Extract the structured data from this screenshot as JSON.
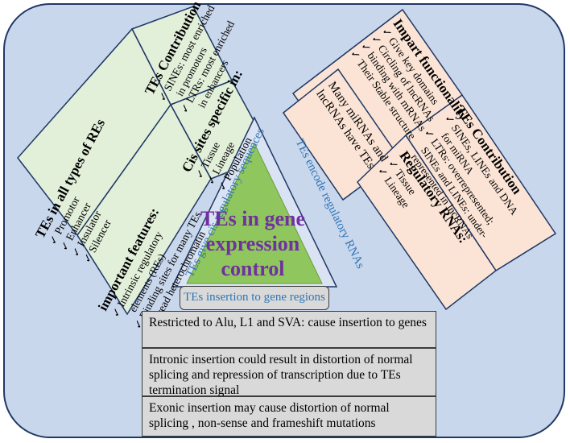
{
  "center": {
    "title_lines": [
      "TEs in gene",
      "expression",
      "control"
    ]
  },
  "strips": {
    "left": "TEs give cis regulatory sequences",
    "right": "TEs encode regulatory RNAs",
    "bottom": "TEs insertion to gene regions"
  },
  "left_panels": {
    "contribution": {
      "title": "TEs Contribution",
      "items": [
        "SINEs: most enriched",
        "LTRs: most enriched"
      ],
      "continuations": [
        "in promotors",
        "in enhancers"
      ]
    },
    "cis_sites": {
      "title": "Cis sites specific in:",
      "items": [
        "Tissue",
        "Lineage",
        "Population"
      ]
    },
    "all_types": {
      "title": "TEs in all types of REs",
      "items": [
        "Promotor",
        "Enhancer",
        "Insulator",
        "Silencer"
      ]
    },
    "features": {
      "title": "important features:",
      "items": [
        "Intrinsic regulatory",
        "Binding sites for many TEs",
        "Spread heterochromatin"
      ],
      "continuations": [
        "elements (REs)"
      ]
    }
  },
  "right_panels": {
    "functionality": {
      "title": "Impart functionality",
      "items": [
        "Give key domains",
        "Circling of lncRNAs",
        "binding with mRNAs",
        "Their Stable structure"
      ]
    },
    "mirnas": {
      "lines": [
        "Many miRNAs and",
        "lncRNAs have TEs"
      ]
    },
    "contribution": {
      "title": "TEs Contribution",
      "items": [
        "SINEs, LINEs and DNA",
        "LTRs: overrepresented;"
      ],
      "continuations": [
        "for miRNA",
        "SINEs and LINEs: under-",
        "represented in lncRNAs"
      ]
    },
    "regulatory": {
      "title": "Regulatory RNAs:",
      "items": [
        "Tissue",
        "Lineage"
      ]
    }
  },
  "boxes": [
    "Restricted to Alu, L1 and SVA: cause insertion to genes",
    "Intronic insertion could result in distortion of normal splicing and repression of transcription due to TEs termination signal",
    "Exonic insertion may cause distortion of normal splicing , non-sense and frameshift mutations"
  ],
  "colors": {
    "frame": "#c9d7ec",
    "green_panel": "#e2efd9",
    "peach_panel": "#fbe4d5",
    "triangle": "#8fc65d",
    "title_text": "#7030a0",
    "strip_text": "#2e75b6"
  }
}
